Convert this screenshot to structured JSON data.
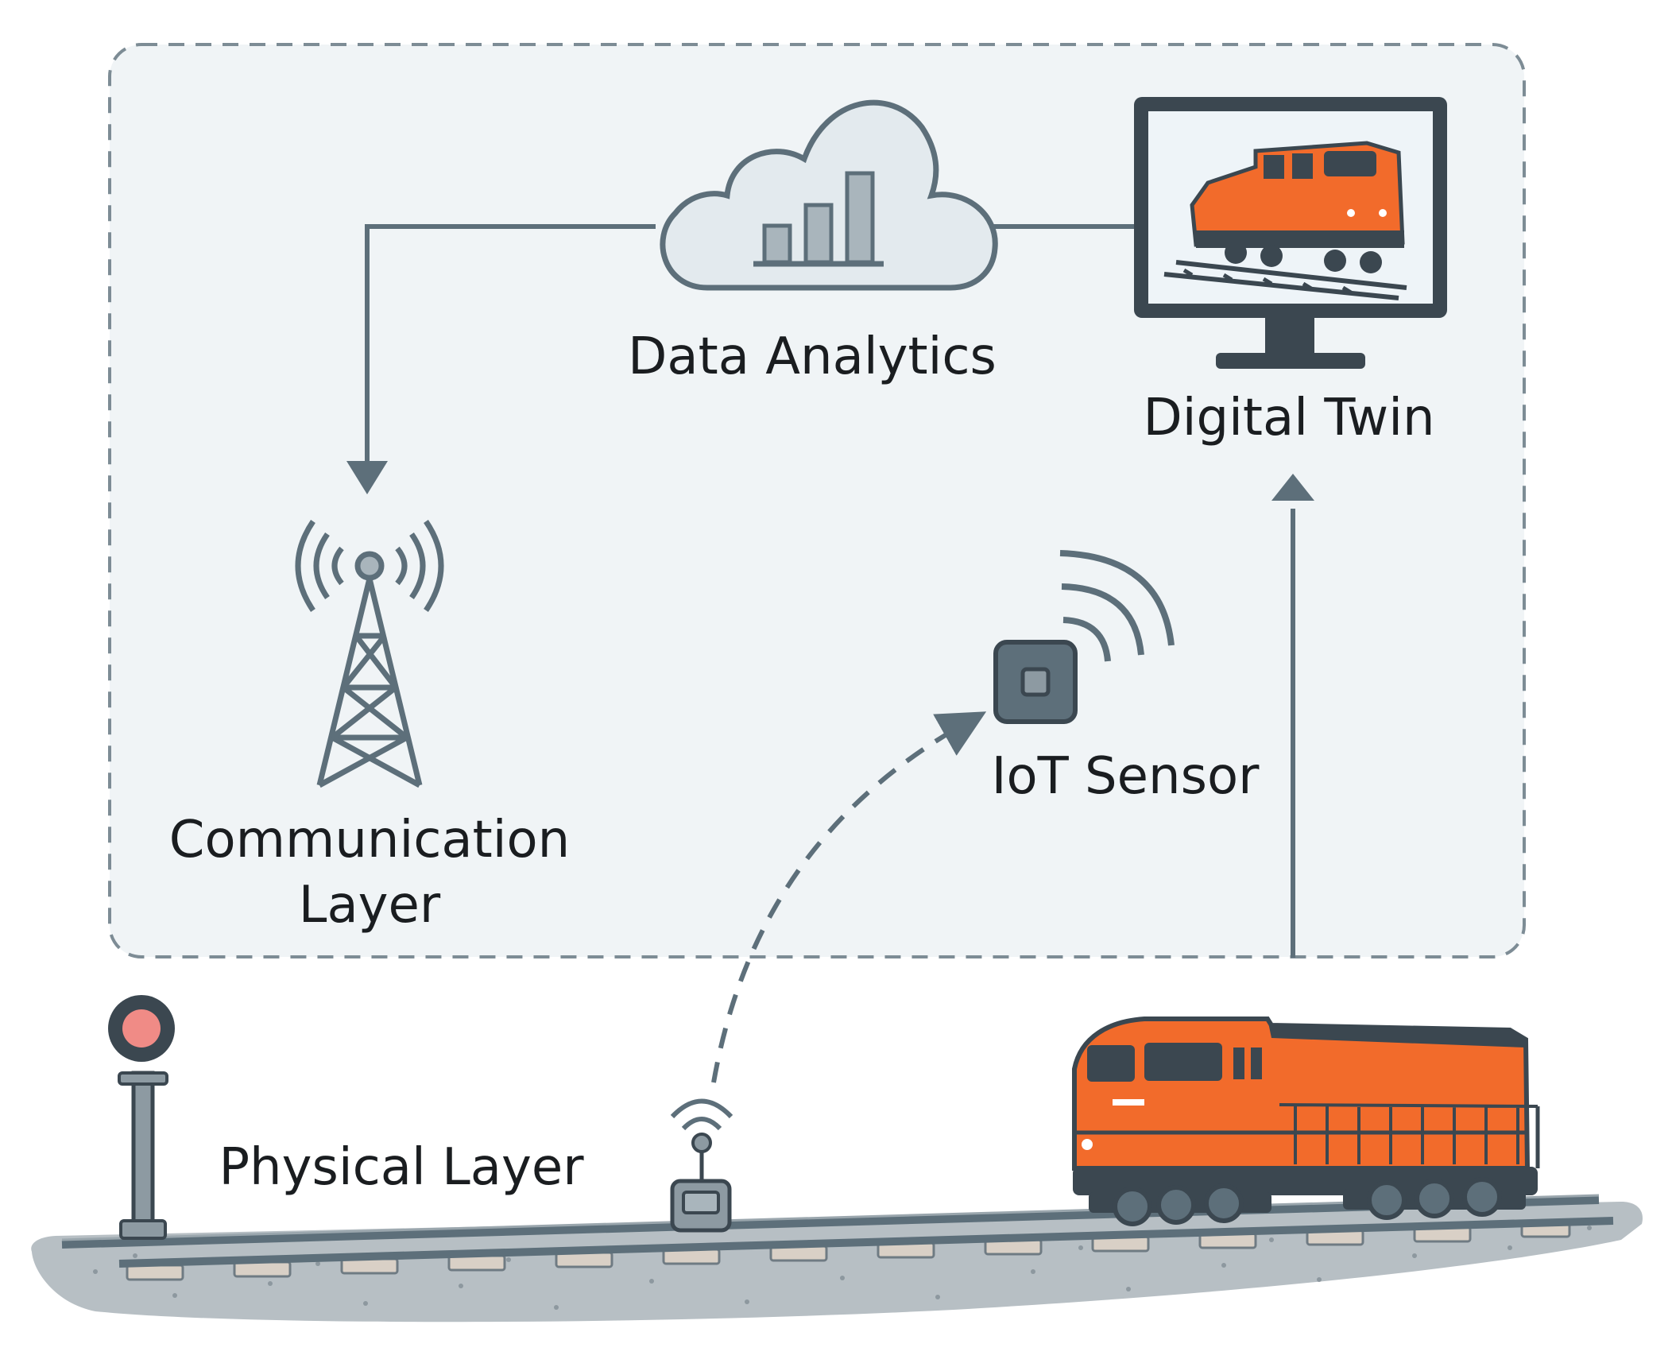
{
  "labels": {
    "data_analytics": "Data Analytics",
    "digital_twin": "Digital Twin",
    "communication_line1": "Communication",
    "communication_line2": "Layer",
    "iot_sensor": "IoT Sensor",
    "physical_layer": "Physical Layer"
  },
  "colors": {
    "background": "#ffffff",
    "panel": "#f0f4f6",
    "stroke": "#5d6f7a",
    "dark": "#3b4750",
    "locomotive": "#f26b2b",
    "cloud_fill": "#e3eaee",
    "ballast": "#b7bfc4",
    "signal_light": "#f08b86"
  },
  "icons": [
    "cloud-analytics-icon",
    "monitor-icon",
    "radio-tower-icon",
    "iot-sensor-icon",
    "track-sensor-icon",
    "signal-light-icon",
    "locomotive-icon"
  ]
}
